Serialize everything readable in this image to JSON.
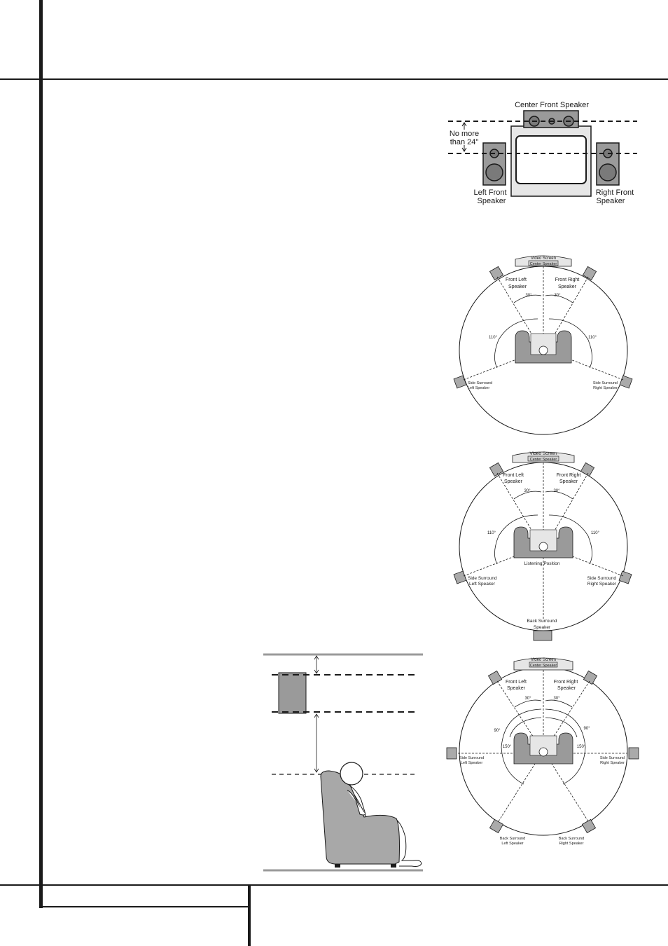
{
  "fig_front": {
    "center": "Center Front Speaker",
    "nomore1": "No more",
    "nomore2": "than 24\"",
    "left1": "Left Front",
    "left2": "Speaker",
    "right1": "Right Front",
    "right2": "Speaker"
  },
  "fig_51": {
    "video": "Video Screen",
    "center": "Center Speaker",
    "fl1": "Front Left",
    "fl2": "Speaker",
    "fr1": "Front Right",
    "fr2": "Speaker",
    "a30l": "30°",
    "a30r": "30°",
    "a110l": "110°",
    "a110r": "110°",
    "sl1": "Side Surround",
    "sl2": "Left Speaker",
    "sr1": "Side Surround",
    "sr2": "Right Speaker"
  },
  "fig_61": {
    "video": "Video Screen",
    "center": "Center Speaker",
    "fl1": "Front Left",
    "fl2": "Speaker",
    "fr1": "Front Right",
    "fr2": "Speaker",
    "a30l": "30°",
    "a30r": "30°",
    "a110l": "110°",
    "a110r": "110°",
    "listen": "Listening Position",
    "sl1": "Side Surround",
    "sl2": "Left Speaker",
    "sr1": "Side Surround",
    "sr2": "Right Speaker",
    "bs1": "Back Surround",
    "bs2": "Speaker"
  },
  "fig_71": {
    "video": "Video Screen",
    "center": "Center Speaker",
    "fl1": "Front Left",
    "fl2": "Speaker",
    "fr1": "Front Right",
    "fr2": "Speaker",
    "a30l": "30°",
    "a30r": "30°",
    "a90l": "90°",
    "a90r": "90°",
    "a150l": "150°",
    "a150r": "150°",
    "sl1": "Side Surround",
    "sl2": "Left Speaker",
    "sr1": "Side Surround",
    "sr2": "Right Speaker",
    "bl1": "Back Surround",
    "bl2": "Left Speaker",
    "br1": "Back Surround",
    "br2": "Right Speaker"
  }
}
